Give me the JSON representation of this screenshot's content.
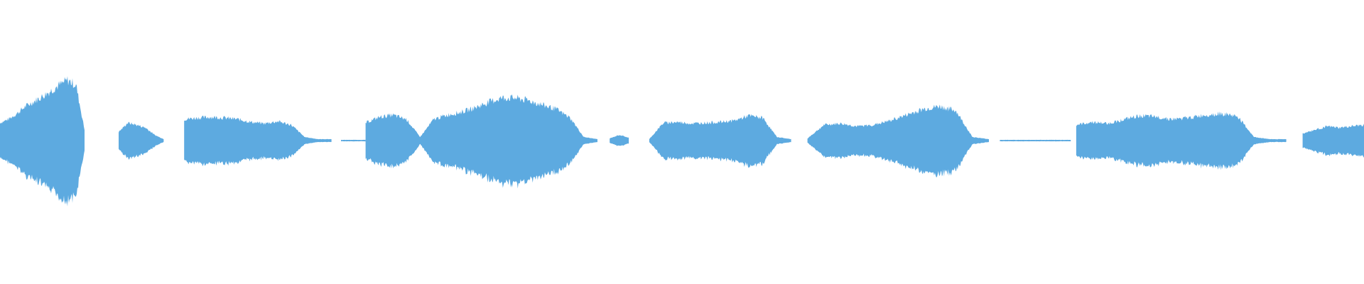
{
  "waveform": {
    "color": "#5DAAE0",
    "background": "#FFFFFF",
    "segments": [
      {
        "name": "clip-1",
        "start": 0.0,
        "end": 0.062,
        "envelope": [
          0.25,
          0.3,
          0.38,
          0.48,
          0.55,
          0.62,
          0.7,
          0.78,
          0.85,
          0.78,
          0.15
        ]
      },
      {
        "name": "clip-2",
        "start": 0.087,
        "end": 0.12,
        "envelope": [
          0.12,
          0.25,
          0.22,
          0.18,
          0.08,
          0.02
        ]
      },
      {
        "name": "clip-3",
        "start": 0.135,
        "end": 0.243,
        "envelope": [
          0.3,
          0.32,
          0.33,
          0.32,
          0.3,
          0.26,
          0.24,
          0.27,
          0.22,
          0.05,
          0.02,
          0.02
        ]
      },
      {
        "name": "clip-4",
        "start": 0.25,
        "end": 0.268,
        "envelope": [
          0.01,
          0.01,
          0.01
        ]
      },
      {
        "name": "clip-5",
        "start": 0.268,
        "end": 0.438,
        "envelope": [
          0.25,
          0.33,
          0.36,
          0.3,
          0.05,
          0.3,
          0.36,
          0.4,
          0.46,
          0.54,
          0.6,
          0.6,
          0.56,
          0.5,
          0.44,
          0.32,
          0.05,
          0.02
        ]
      },
      {
        "name": "clip-6",
        "start": 0.447,
        "end": 0.461,
        "envelope": [
          0.03,
          0.08,
          0.04
        ]
      },
      {
        "name": "clip-7",
        "start": 0.476,
        "end": 0.58,
        "envelope": [
          0.02,
          0.25,
          0.26,
          0.24,
          0.25,
          0.26,
          0.28,
          0.35,
          0.32,
          0.05,
          0.02
        ]
      },
      {
        "name": "clip-8",
        "start": 0.592,
        "end": 0.725,
        "envelope": [
          0.03,
          0.22,
          0.24,
          0.2,
          0.22,
          0.28,
          0.36,
          0.44,
          0.48,
          0.42,
          0.05,
          0.02
        ]
      },
      {
        "name": "clip-9",
        "start": 0.733,
        "end": 0.785,
        "envelope": [
          0.01,
          0.01,
          0.01
        ]
      },
      {
        "name": "clip-10",
        "start": 0.789,
        "end": 0.943,
        "envelope": [
          0.22,
          0.26,
          0.24,
          0.3,
          0.35,
          0.33,
          0.3,
          0.32,
          0.36,
          0.38,
          0.34,
          0.05,
          0.02,
          0.02
        ]
      },
      {
        "name": "clip-11",
        "start": 0.955,
        "end": 1.0,
        "envelope": [
          0.1,
          0.15,
          0.2,
          0.18,
          0.2,
          0.22
        ]
      }
    ]
  }
}
